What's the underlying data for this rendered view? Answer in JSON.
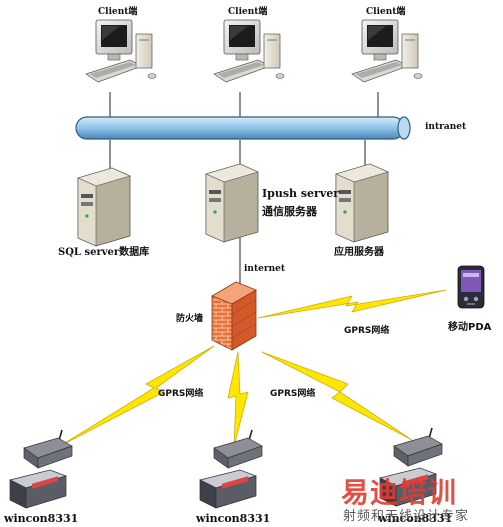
{
  "labels": {
    "client": "Client端",
    "intranet": "intranet",
    "internet": "internet",
    "sql_server": "SQL server数据库",
    "ipush_line1": "Ipush server",
    "ipush_line2": "通信服务器",
    "app_server": "应用服务器",
    "firewall": "防火墙",
    "pda": "移动PDA",
    "gprs": "GPRS网络",
    "device": "wincon8331"
  },
  "watermark": {
    "title": "易迪培训",
    "subtitle": "射频和天线设计专家"
  },
  "colors": {
    "bus_fill": "#8fc3e8",
    "bus_stroke": "#2e5e86",
    "lightning": "#ffe600",
    "lightning_stroke": "#d8b400",
    "firewall_brick": "#e8703a",
    "firewall_mortar": "#f6c8a8",
    "watermark_red": "#e23b2f"
  },
  "icons": {
    "clients": "desktop-computer-icon",
    "servers": "tower-server-icon",
    "firewall": "brick-firewall-icon",
    "pda": "pda-device-icon",
    "devices": "wincon-controller-icon",
    "links": "lightning-bolt-icon"
  }
}
